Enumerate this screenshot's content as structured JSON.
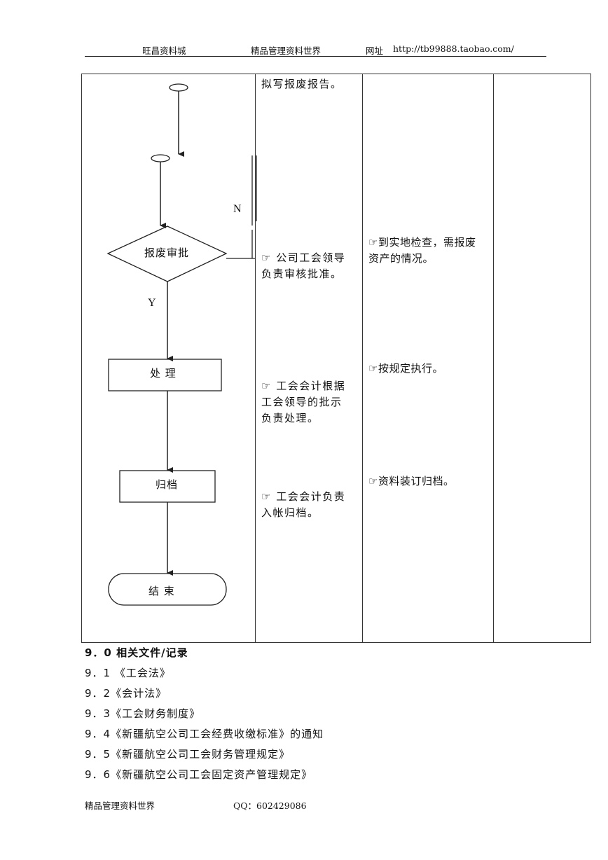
{
  "header": {
    "left": "旺昌资料城",
    "middle": "精品管理资料世界",
    "right_label": "网址",
    "right_url": "http://tb99888.taobao.com/"
  },
  "flowchart": {
    "review_label": "报废审批",
    "process_label": "处  理",
    "archive_label": "归档",
    "end_label": "结    束",
    "no_label": "N",
    "yes_label": "Y"
  },
  "column2": {
    "top": [
      "拟写报废报告。"
    ],
    "review": [
      "☞ 公司工会领导",
      "负责审核批准。"
    ],
    "process": [
      "☞ 工会会计根据",
      "工会领导的批示",
      "负责处理。"
    ],
    "archive": [
      "☞ 工会会计负责",
      "入帐归档。"
    ]
  },
  "column3": {
    "review": [
      "☞到实地检查，需报废",
      "资产的情况。"
    ],
    "process": [
      "☞按规定执行。"
    ],
    "archive": [
      "☞资料装订归档。"
    ]
  },
  "section": {
    "title": "9．0 相关文件/记录",
    "items": [
      "9．1 《工会法》",
      "9．2《会计法》",
      "9．3《工会财务制度》",
      "9．4《新疆航空公司工会经费收缴标准》的通知",
      "9．5《新疆航空公司工会财务管理规定》",
      "9．6《新疆航空公司工会固定资产管理规定》"
    ]
  },
  "footer": {
    "left": "精品管理资料世界",
    "right": "QQ：602429086"
  },
  "colors": {
    "line": "#333333",
    "text": "#111111"
  }
}
